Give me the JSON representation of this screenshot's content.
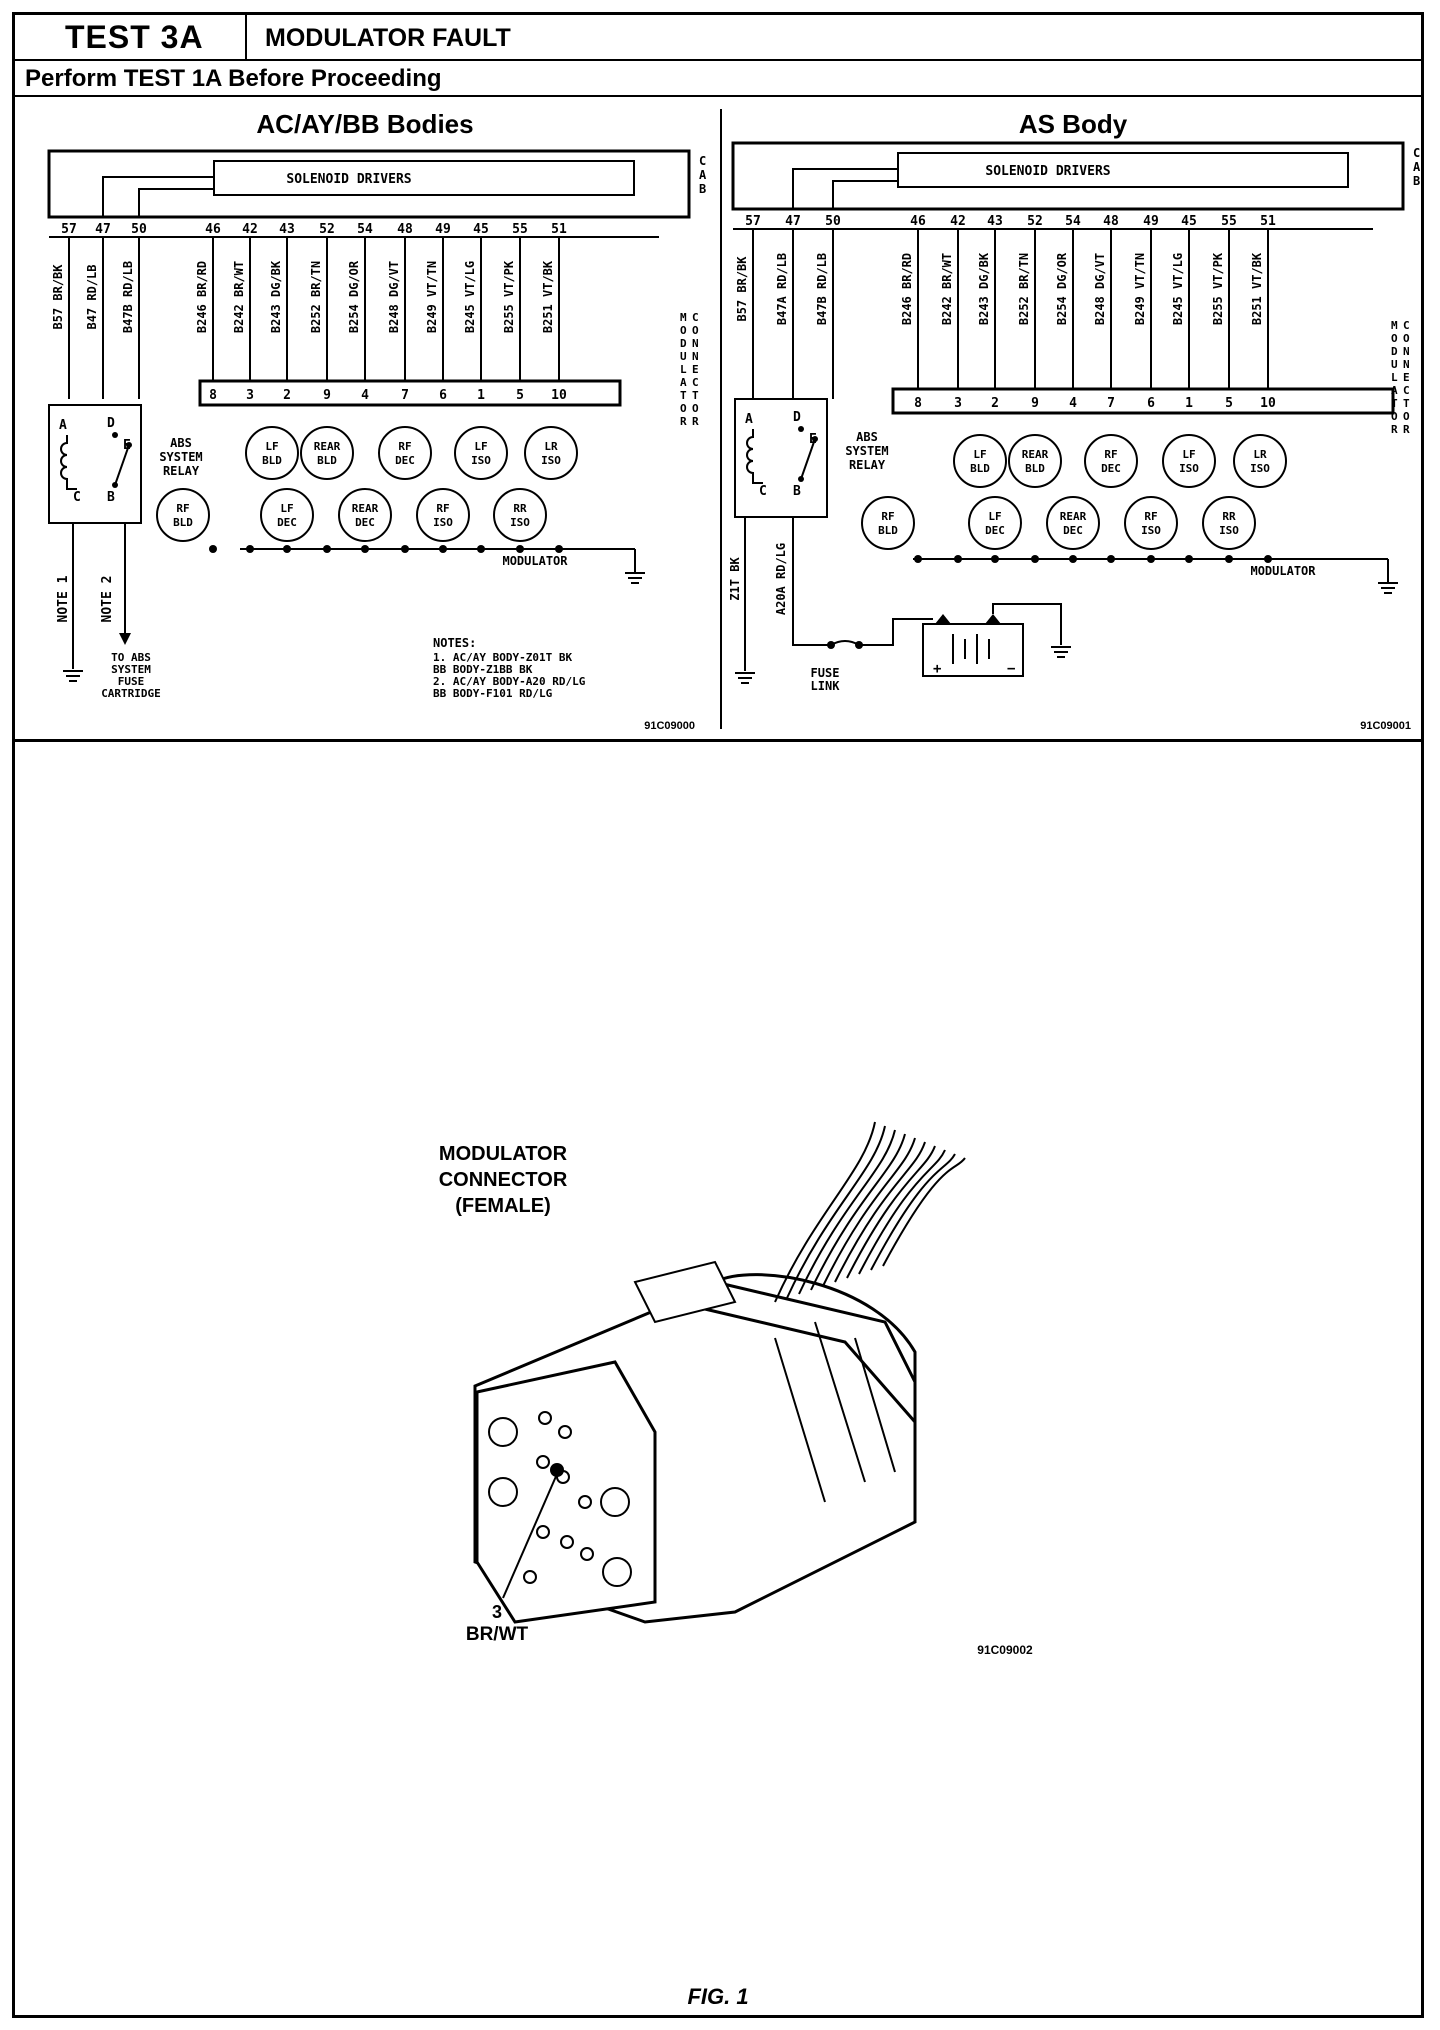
{
  "header": {
    "test_label": "TEST  3A",
    "test_title": "MODULATOR FAULT",
    "prereq": "Perform TEST 1A Before Proceeding"
  },
  "left_panel": {
    "title": "AC/AY/BB Bodies",
    "solenoid_label": "SOLENOID DRIVERS",
    "cab_label": "CAB",
    "cab_pins": [
      "57",
      "47",
      "50",
      "46",
      "42",
      "43",
      "52",
      "54",
      "48",
      "49",
      "45",
      "55",
      "51"
    ],
    "wires": [
      "B57 BR/BK",
      "B47 RD/LB",
      "B47B RD/LB",
      "B246 BR/RD",
      "B242 BR/WT",
      "B243 DG/BK",
      "B252 BR/TN",
      "B254 DG/OR",
      "B248 DG/VT",
      "B249 VT/TN",
      "B245 VT/LG",
      "B255 VT/PK",
      "B251 VT/BK"
    ],
    "connector_pins": [
      "8",
      "3",
      "2",
      "9",
      "4",
      "7",
      "6",
      "1",
      "5",
      "10"
    ],
    "connector_label": "MODULATOR CONNECTOR",
    "relay_label": "ABS SYSTEM RELAY",
    "relay_terminals": [
      "A",
      "D",
      "E",
      "C",
      "B"
    ],
    "valves_top": [
      "LF BLD",
      "REAR BLD",
      "RF DEC",
      "LF ISO",
      "LR ISO"
    ],
    "valves_bottom": [
      "RF BLD",
      "LF DEC",
      "REAR DEC",
      "RF ISO",
      "RR ISO"
    ],
    "modulator_label": "MODULATOR",
    "note1": "NOTE 1",
    "note2": "NOTE 2",
    "fuse_text": [
      "TO ABS",
      "SYSTEM",
      "FUSE",
      "CARTRIDGE"
    ],
    "notes_title": "NOTES:",
    "notes": [
      "1. AC/AY BODY-Z01T BK",
      "   BB BODY-Z1BB BK",
      "2. AC/AY BODY-A20 RD/LG",
      "   BB BODY-F101 RD/LG"
    ],
    "code": "91C09000"
  },
  "right_panel": {
    "title": "AS Body",
    "solenoid_label": "SOLENOID DRIVERS",
    "cab_label": "CAB",
    "cab_pins": [
      "57",
      "47",
      "50",
      "46",
      "42",
      "43",
      "52",
      "54",
      "48",
      "49",
      "45",
      "55",
      "51"
    ],
    "wires": [
      "B57 BR/BK",
      "B47A RD/LB",
      "B47B RD/LB",
      "B246 BR/RD",
      "B242 BR/WT",
      "B243 DG/BK",
      "B252 BR/TN",
      "B254 DG/OR",
      "B248 DG/VT",
      "B249 VT/TN",
      "B245 VT/LG",
      "B255 VT/PK",
      "B251 VT/BK"
    ],
    "connector_pins": [
      "8",
      "3",
      "2",
      "9",
      "4",
      "7",
      "6",
      "1",
      "5",
      "10"
    ],
    "connector_label": "MODULATOR CONNECTOR",
    "relay_label": "ABS SYSTEM RELAY",
    "relay_terminals": [
      "A",
      "D",
      "E",
      "C",
      "B"
    ],
    "valves_top": [
      "LF BLD",
      "REAR BLD",
      "RF DEC",
      "LF ISO",
      "LR ISO"
    ],
    "valves_bottom": [
      "RF BLD",
      "LF DEC",
      "REAR DEC",
      "RF ISO",
      "RR ISO"
    ],
    "modulator_label": "MODULATOR",
    "z1_wire": "Z1T BK",
    "a20_wire": "A20A RD/LG",
    "fuse_link": [
      "FUSE",
      "LINK"
    ],
    "code": "91C09001"
  },
  "figure": {
    "connector_title": [
      "MODULATOR",
      "CONNECTOR",
      "(FEMALE)"
    ],
    "pin_callout": [
      "3",
      "BR/WT"
    ],
    "code": "91C09002",
    "caption": "FIG. 1"
  }
}
